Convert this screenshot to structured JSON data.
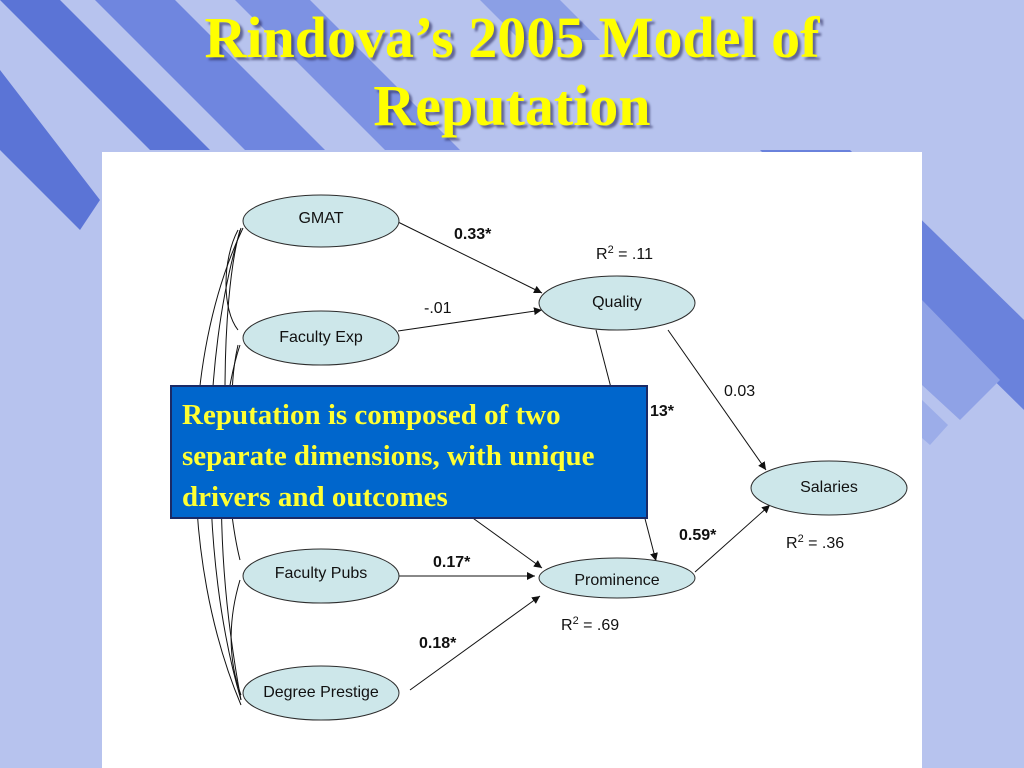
{
  "title": {
    "line1": "Rindova’s 2005 Model of",
    "line2": "Reputation"
  },
  "callout": {
    "text": "Reputation is composed of two separate dimensions, with unique drivers and outcomes"
  },
  "nodes": {
    "gmat": "GMAT",
    "faculty_exp": "Faculty Exp",
    "faculty_pubs": "Faculty Pubs",
    "degree_prestige": "Degree Prestige",
    "quality": "Quality",
    "prominence": "Prominence",
    "salaries": "Salaries"
  },
  "coefficients": {
    "gmat_quality": "0.33*",
    "facexp_quality": "-.01",
    "quality_prominence": "13*",
    "quality_salaries": "0.03",
    "prominence_salaries": "0.59*",
    "facpubs_prominence": "0.17*",
    "degree_prominence": "0.18*"
  },
  "r_squared": {
    "quality": {
      "prefix": "R",
      "sup": "2",
      "value": " = .11"
    },
    "salaries": {
      "prefix": "R",
      "sup": "2",
      "value": " = .36"
    },
    "prominence": {
      "prefix": "R",
      "sup": "2",
      "value": " = .69"
    }
  },
  "colors": {
    "title": "#ffff00",
    "callout_bg": "#0066cc",
    "callout_text": "#ffff33",
    "node_fill": "#cde7ea",
    "background": "#b7c3ee"
  }
}
